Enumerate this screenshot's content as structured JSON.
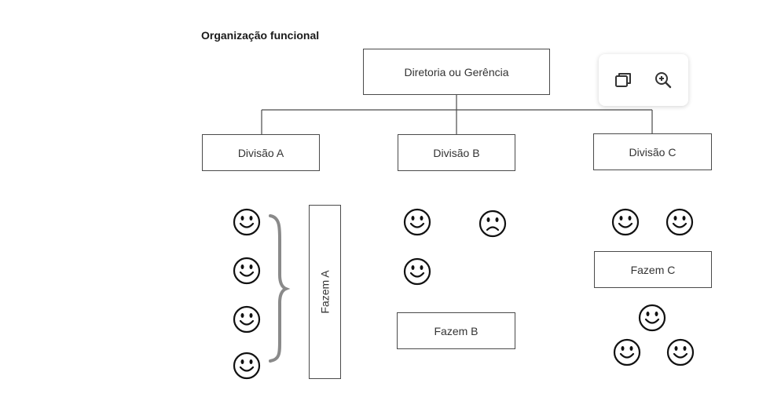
{
  "title": "Organização funcional",
  "top_node": "Diretoria ou Gerência",
  "divisions": [
    "Divisão A",
    "Divisão B",
    "Divisão C"
  ],
  "groups": {
    "a": "Fazem A",
    "b": "Fazem B",
    "c": "Fazem C"
  },
  "toolbar": {
    "icons": [
      "copy-icon",
      "zoom-in-icon"
    ]
  }
}
